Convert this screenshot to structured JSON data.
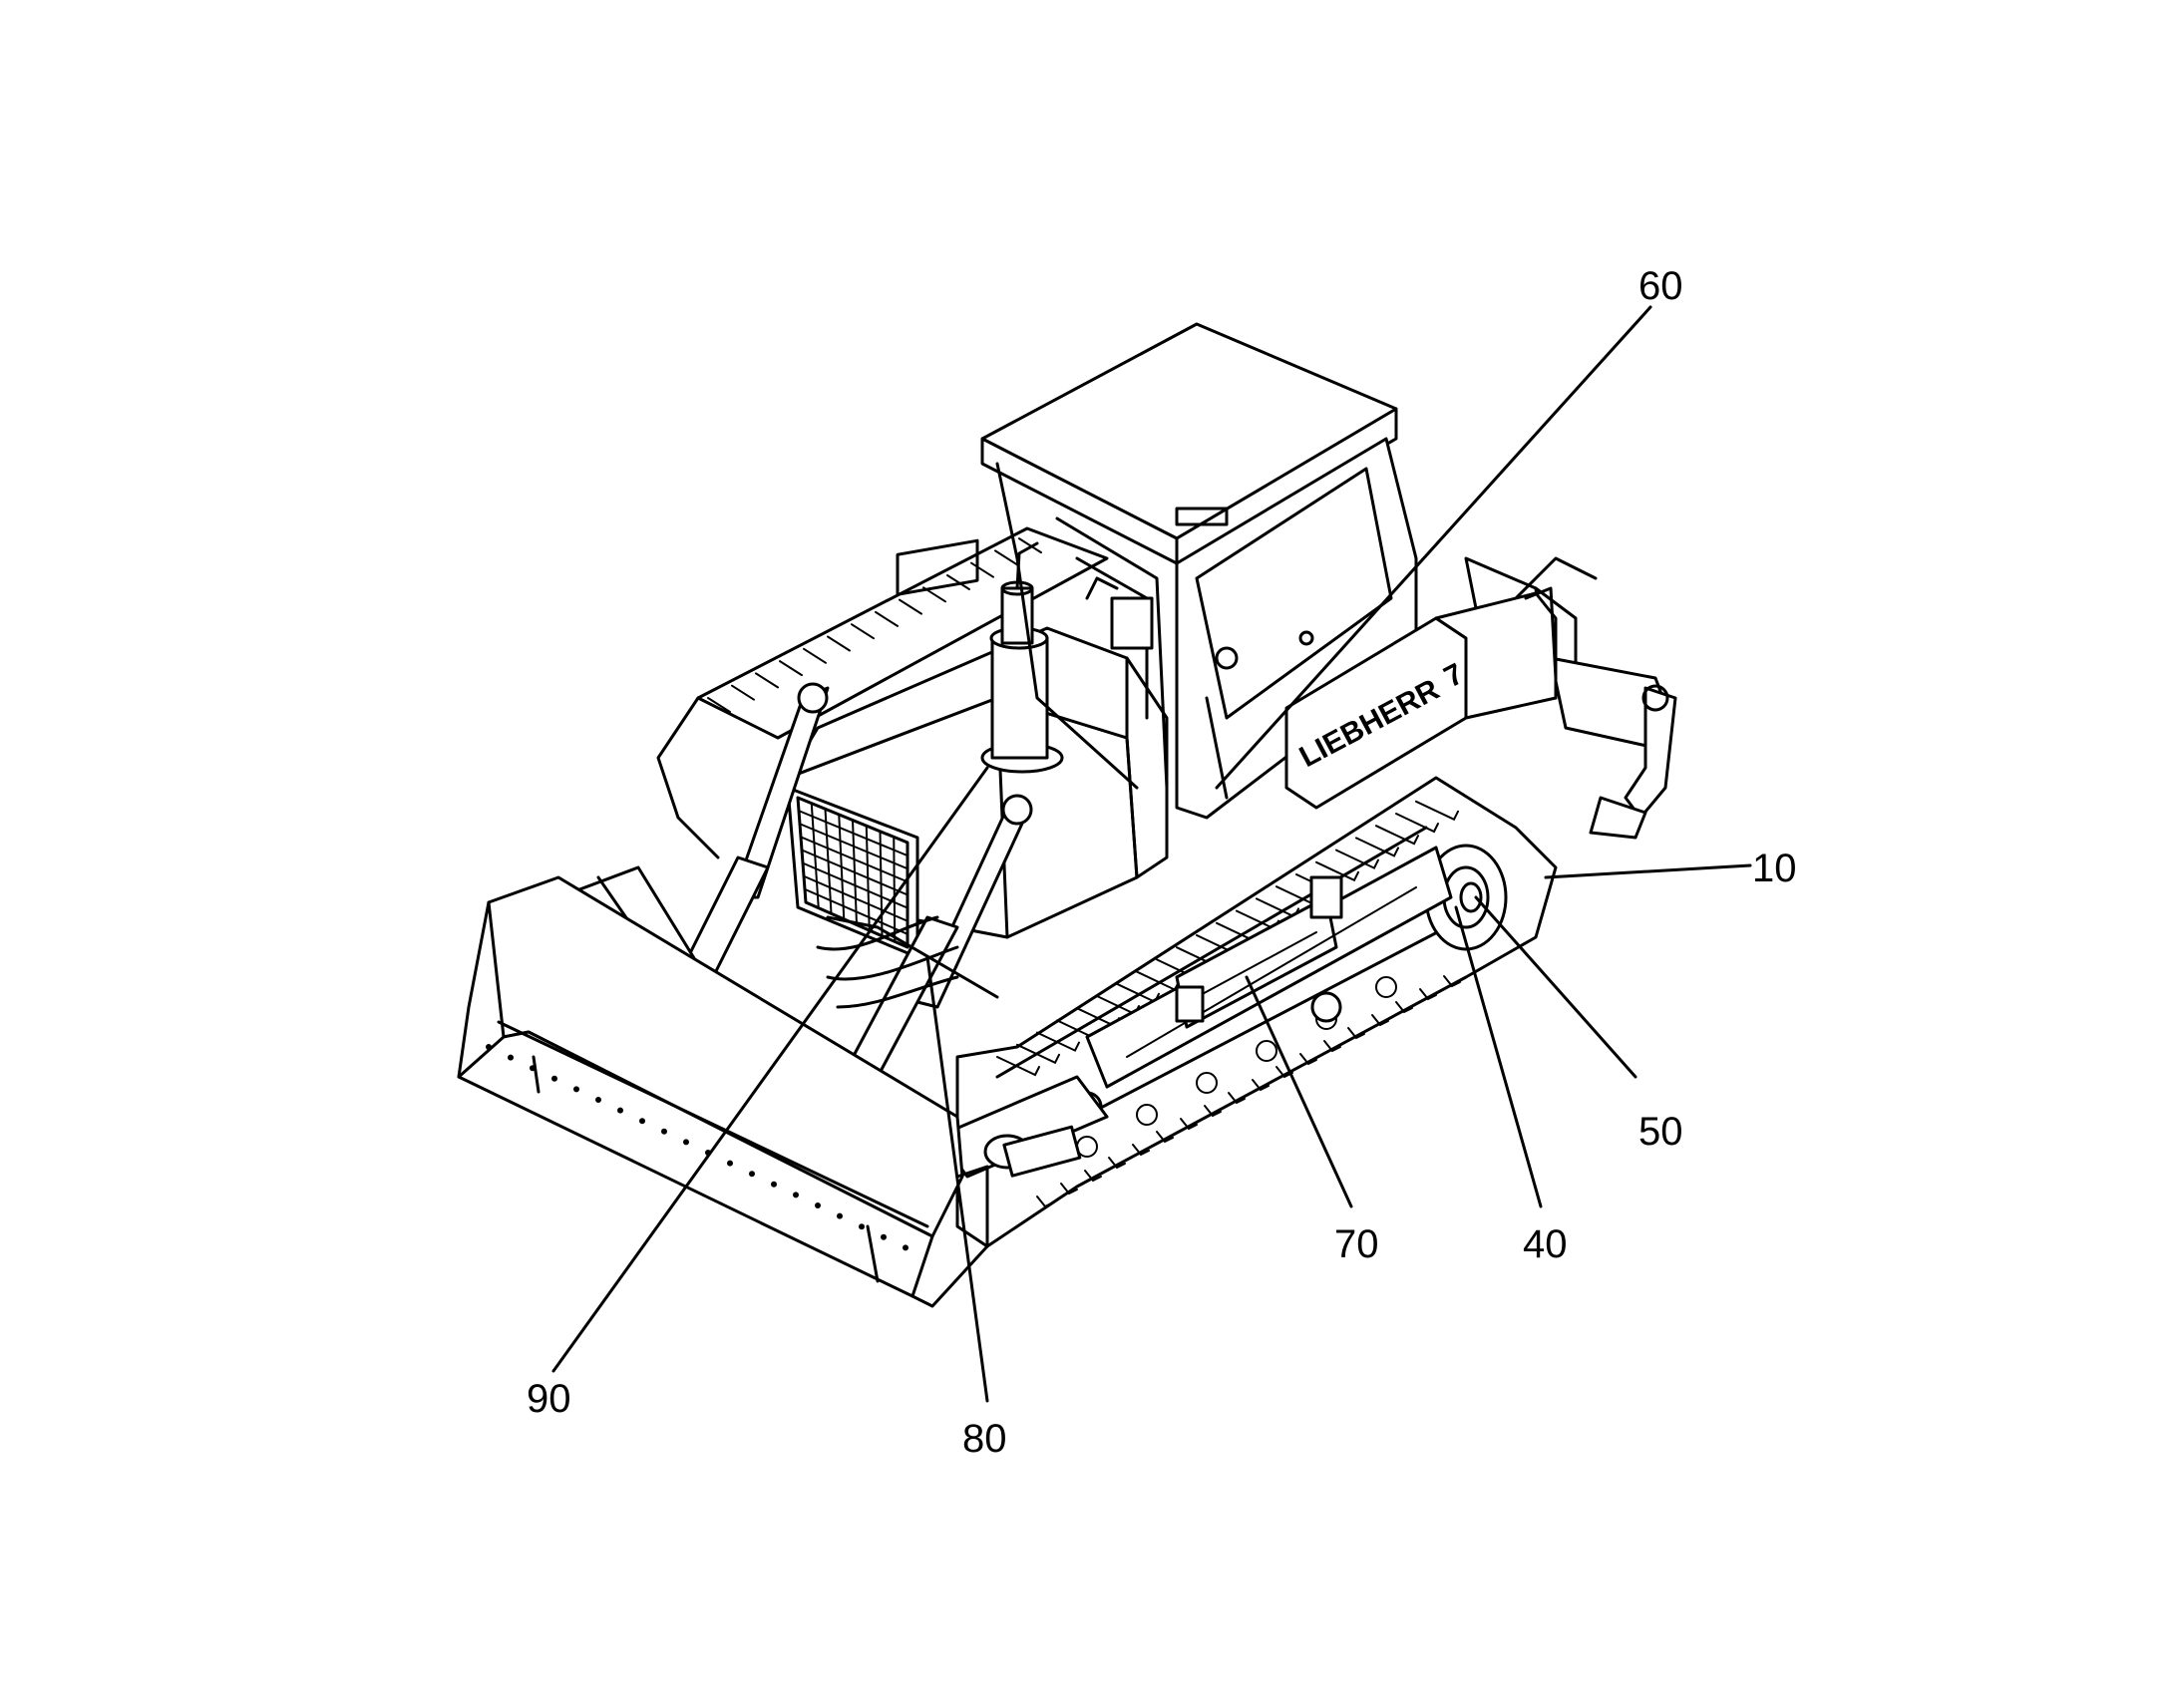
{
  "figure": {
    "brand_text": "LIEBHERR",
    "model_text": "7",
    "callouts": [
      {
        "id": "c10",
        "label": "10"
      },
      {
        "id": "c40",
        "label": "40"
      },
      {
        "id": "c50",
        "label": "50"
      },
      {
        "id": "c60",
        "label": "60"
      },
      {
        "id": "c70",
        "label": "70"
      },
      {
        "id": "c80",
        "label": "80"
      },
      {
        "id": "c90",
        "label": "90"
      }
    ]
  }
}
